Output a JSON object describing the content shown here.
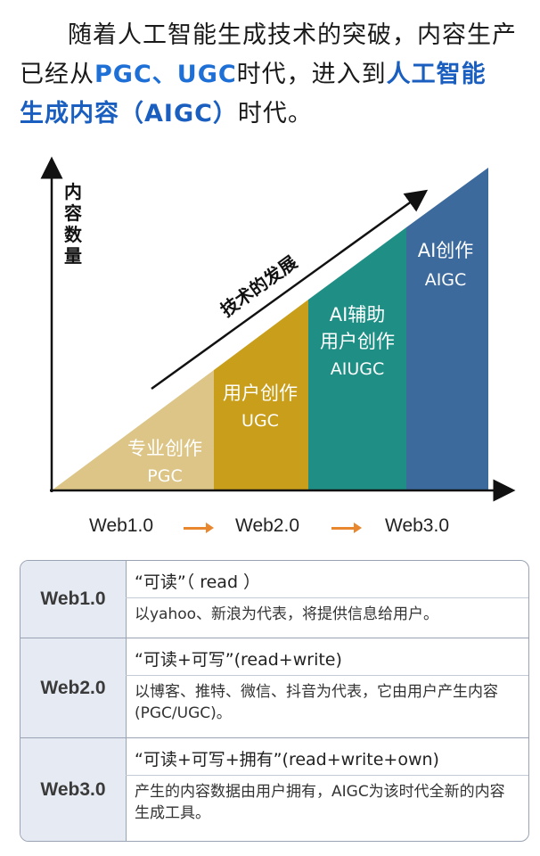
{
  "intro": {
    "line1": "随着人工智能生成技术的突破，内容生产",
    "line2a": "已经从",
    "line2_hl": "PGC、UGC",
    "line2b": "时代，进入到",
    "line2_hl2": "人工智能",
    "line3_hl": "生成内容（AIGC）",
    "line3b": "时代。"
  },
  "diagram": {
    "y_axis_label": [
      "内",
      "容",
      "数",
      "量"
    ],
    "trend_label": "技术的发展",
    "stages": [
      {
        "line1": "专业创作",
        "line2": "PGC",
        "color": "#dcc586"
      },
      {
        "line1": "用户创作",
        "line2": "UGC",
        "color": "#c89e1a"
      },
      {
        "line1": "AI辅助",
        "line2": "用户创作",
        "line3": "AIUGC",
        "color": "#1f8f86"
      },
      {
        "line1": "AI创作",
        "line2": "AIGC",
        "color": "#3c6a9c"
      }
    ]
  },
  "web_stages": [
    "Web1.0",
    "Web2.0",
    "Web3.0"
  ],
  "table": {
    "rows": [
      {
        "era": "Web1.0",
        "caption": "“可读”（ read ）",
        "desc": "以yahoo、新浪为代表，将提供信息给用户。"
      },
      {
        "era": "Web2.0",
        "caption": "“可读+可写”(read+write)",
        "desc": "以博客、推特、微信、抖音为代表，它由用户产生内容(PGC/UGC)。"
      },
      {
        "era": "Web3.0",
        "caption": "“可读+可写+拥有”(read+write+own)",
        "desc": "产生的内容数据由用户拥有，AIGC为该时代全新的内容生成工具。"
      }
    ]
  }
}
